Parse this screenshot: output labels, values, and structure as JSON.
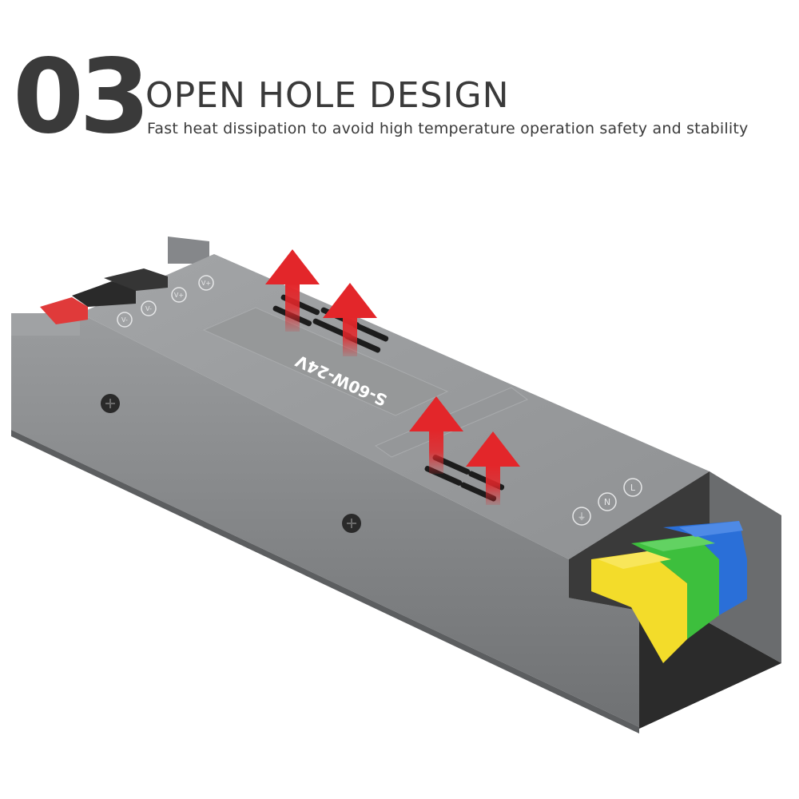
{
  "header": {
    "number": "03",
    "title": "OPEN HOLE DESIGN",
    "subtitle": "Fast heat dissipation to avoid high temperature operation safety and stability"
  },
  "product": {
    "model": "S-60W-24V",
    "terminal_labels_output": [
      "V-",
      "V-",
      "V+",
      "V+"
    ],
    "terminal_labels_input": [
      "⏚",
      "N",
      "L"
    ],
    "colors": {
      "body": "#8e9092",
      "body_top": "#9b9d9f",
      "terminal_red": "#e03a3a",
      "terminal_black": "#2a2a2a",
      "terminal_yellow": "#f3dc2a",
      "terminal_green": "#3dbf3d",
      "terminal_blue": "#2a6fd8",
      "arrow": "#e3262a"
    }
  }
}
